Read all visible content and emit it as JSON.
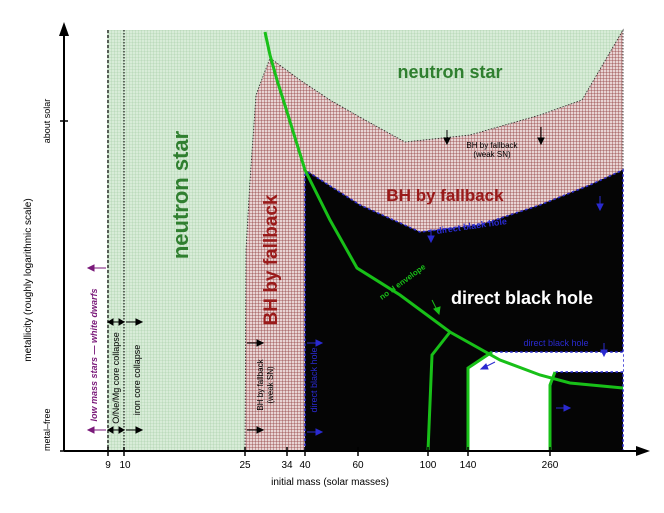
{
  "axes": {
    "xlabel": "initial mass (solar masses)",
    "ylabel": "metallicity (roughly logarithmic scale)",
    "x_ticks": [
      "9",
      "10",
      "25",
      "34",
      "40",
      "60",
      "100",
      "140",
      "260"
    ],
    "y_ticks": [
      "metal–free",
      "about solar"
    ]
  },
  "regions": {
    "neutron_star_top": "neutron star",
    "neutron_star_left": "neutron star",
    "bh_fallback_vertical": "BH by fallback",
    "bh_fallback_horizontal": "BH by fallback",
    "bh_fallback_weak_sn_vertical": "BH by fallback",
    "weak_sn_vertical": "(weak SN)",
    "bh_fallback_weak_sn_top": "BH by fallback",
    "weak_sn_top": "(weak SN)",
    "direct_black_hole_main": "direct black hole",
    "direct_black_hole_boundary_top": "direct black hole",
    "direct_black_hole_boundary_left": "direct black hole",
    "direct_black_hole_boundary_right": "direct black hole",
    "no_h_envelope": "no H envelope",
    "low_mass_stars": "low mass stars — white dwarfs",
    "onemg_core_collapse": "O/Ne/Mg core collapse",
    "iron_core_collapse": "iron core collapse"
  },
  "colors": {
    "neutron_star_fill": "#c8e2c8",
    "bh_fallback_fill": "#a86a6a",
    "black_hole_fill": "#050505",
    "green_label": "#2f7f2f",
    "red_label": "#9a1a1a",
    "blue_label": "#2a2ad0",
    "purple_label": "#7a1a7a",
    "boundary_green": "#18c018"
  }
}
